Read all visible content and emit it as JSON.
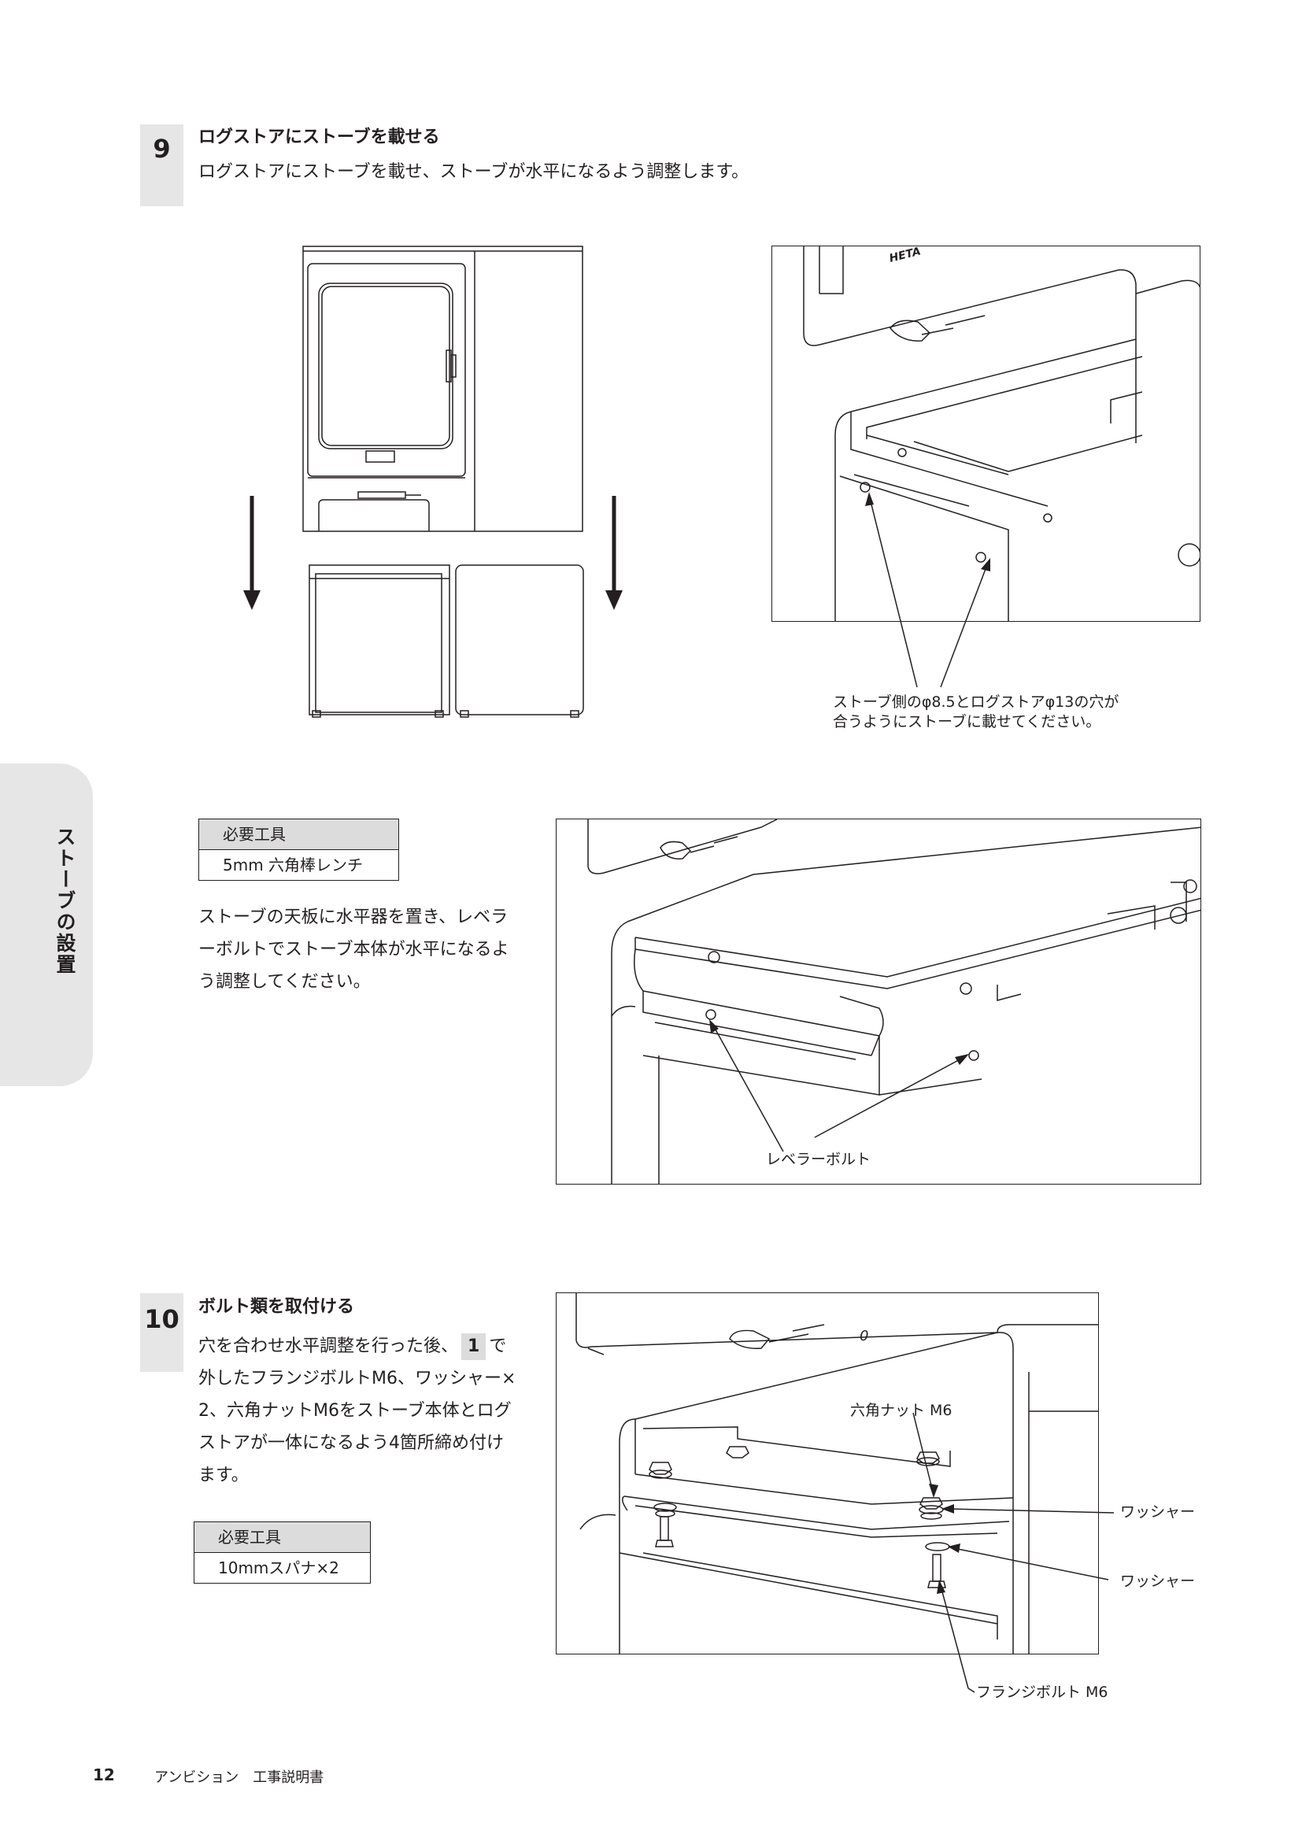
{
  "step9": {
    "number": "9",
    "title": "ログストアにストーブを載せる",
    "description": "ログストアにストーブを載せ、ストーブが水平になるよう調整します。",
    "callout_line1": "ストーブ側のφ8.5とログストアφ13の穴が",
    "callout_line2": "合うようにストーブに載せてください。",
    "tools_header": "必要工具",
    "tools_item": "5mm 六角棒レンチ",
    "instruction_lines": [
      "ストーブの天板に水平器を置き、レベラ",
      "ーボルトでストーブ本体が水平になるよ",
      "う調整してください。"
    ],
    "leveler_label": "レベラーボルト",
    "logo_text": "HETA"
  },
  "step10": {
    "number": "10",
    "title": "ボルト類を取付ける",
    "text_line1_a": "穴を合わせ水平調整を行った後、",
    "text_line1_ref": "1",
    "text_line1_b": "で",
    "text_lines": [
      "外したフランジボルトM6、ワッシャー×",
      "2、六角ナットM6をストーブ本体とログ",
      "ストアが一体になるよう4箇所締め付け",
      "ます。"
    ],
    "tools_header": "必要工具",
    "tools_item": "10mmスパナ×2",
    "label_nut": "六角ナット M6",
    "label_washer_1": "ワッシャー",
    "label_washer_2": "ワッシャー",
    "label_bolt": "フランジボルト M6",
    "dial_mark": "0"
  },
  "side_tab": {
    "label": "ストーブの設置"
  },
  "footer": {
    "page_number": "12",
    "doc_title": "アンビション　工事説明書"
  }
}
